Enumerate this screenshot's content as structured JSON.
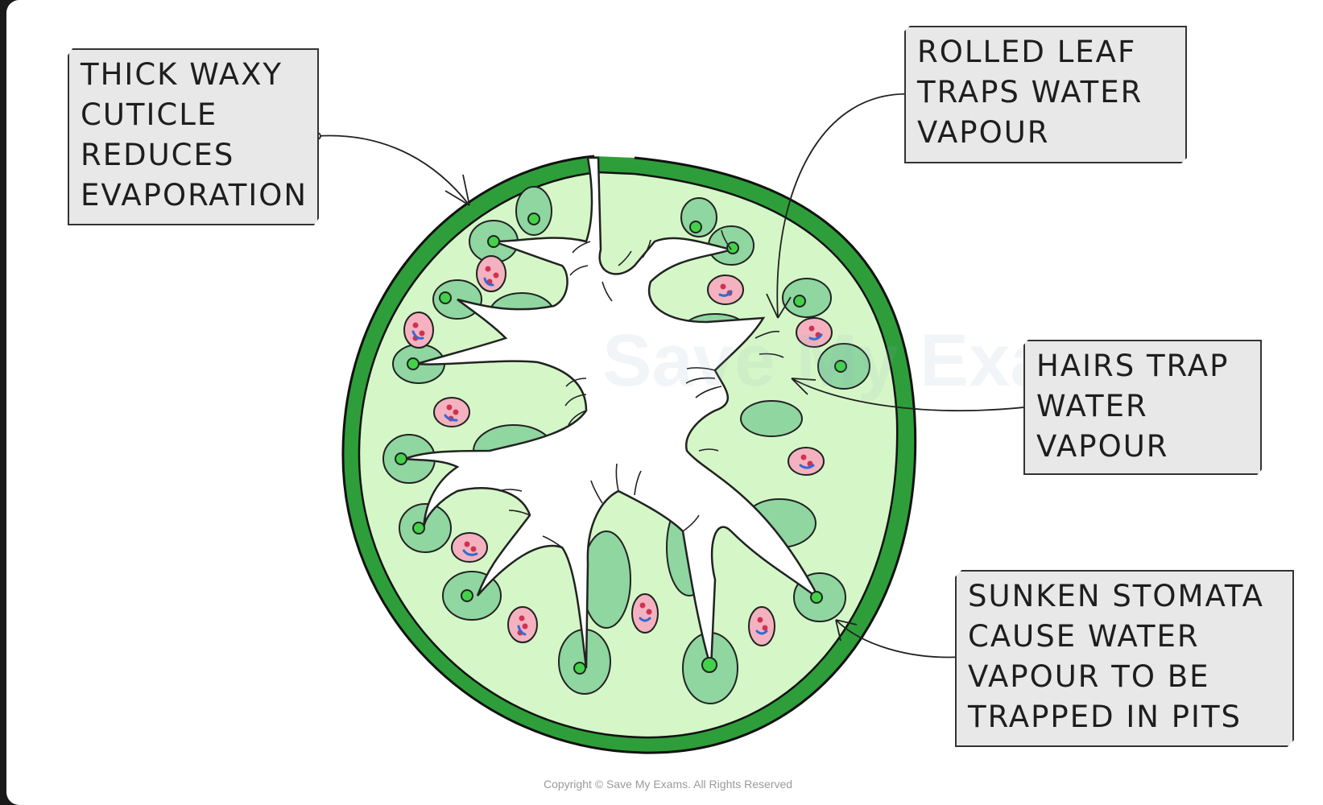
{
  "labels": {
    "cuticle": "THICK WAXY\nCUTICLE\nREDUCES\nEVAPORATION",
    "rolled_leaf": "ROLLED LEAF\nTRAPS WATER\nVAPOUR",
    "hairs": "HAIRS TRAP\nWATER\nVAPOUR",
    "stomata": "SUNKEN STOMATA\nCAUSE WATER\nVAPOUR TO BE\nTRAPPED IN PITS"
  },
  "watermark": "Save My Exams",
  "copyright": "Copyright © Save My Exams. All Rights Reserved",
  "colors": {
    "cuticle": "#2e9e3a",
    "tissue": "#d5f7c8",
    "cell": "#8fd6a0",
    "stoma": "#43d14a",
    "vascular": "#f4b2c0"
  }
}
